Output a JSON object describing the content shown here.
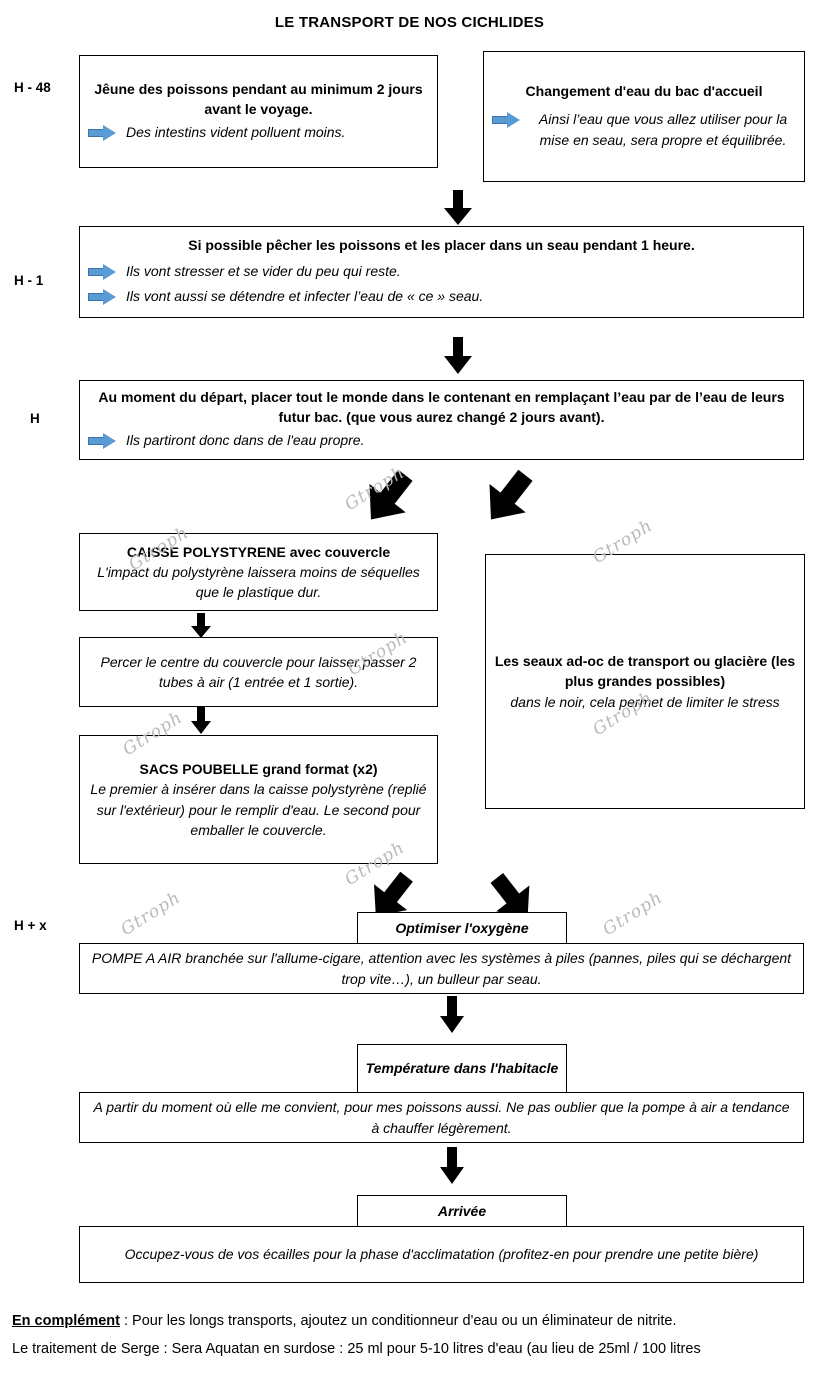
{
  "title": "LE TRANSPORT DE NOS CICHLIDES",
  "rail_labels": [
    {
      "id": "h-48",
      "text": "H - 48"
    },
    {
      "id": "h-1",
      "text": "H - 1"
    },
    {
      "id": "h",
      "text": "H"
    },
    {
      "id": "h-x",
      "text": "H + x"
    }
  ],
  "watermark": {
    "text": "Gtroph",
    "color": "#BDB8B8"
  },
  "accent": {
    "blue_arrow": "#5B9BD5",
    "blue_arrow_border": "#3E73A8",
    "black_arrow": "#000000"
  },
  "boxes": {
    "fasting": {
      "heading": "Jêune des poissons pendant au minimum 2 jours avant le voyage.",
      "bullets": [
        "Des intestins vident polluent moins."
      ]
    },
    "water_change": {
      "heading": "Changement d'eau du bac d'accueil",
      "bullets": [
        "Ainsi l’eau que vous allez utiliser pour la mise en seau, sera propre et équilibrée."
      ]
    },
    "bucket_hour": {
      "heading": "Si possible pêcher les poissons et les placer dans un seau pendant 1 heure.",
      "bullets": [
        "Ils vont stresser et se vider du peu qui reste.",
        "Ils vont aussi se détendre et infecter l’eau de « ce » seau."
      ]
    },
    "departure": {
      "heading": "Au moment du départ, placer tout le monde dans le contenant  en remplaçant l’eau par de l’eau de leurs futur bac. (que vous aurez changé 2 jours avant).",
      "bullets": [
        "Ils partiront donc dans de l'eau propre."
      ]
    },
    "polystyrene": {
      "heading": "CAISSE POLYSTYRENE avec couvercle",
      "body": "L'impact du polystyrène laissera moins de séquelles que le plastique dur."
    },
    "drill_lid": {
      "body": "Percer le centre du couvercle pour laisser passer 2 tubes à air (1 entrée et 1 sortie)."
    },
    "bin_bags": {
      "heading": "SACS POUBELLE grand format (x2)",
      "body": "Le premier à insérer dans la caisse polystyrène (replié sur l'extérieur) pour le remplir d'eau. Le second pour emballer le couvercle."
    },
    "buckets": {
      "heading": "Les seaux ad-oc de transport ou glacière (les plus grandes possibles)",
      "body": "dans le noir, cela permet de limiter le stress"
    },
    "oxygen": {
      "heading": "Optimiser l'oxygène",
      "body": "POMPE A AIR branchée sur l'allume-cigare, attention avec les systèmes à piles (pannes, piles qui se déchargent trop vite…), un bulleur par seau."
    },
    "temperature": {
      "heading": "Température dans l'habitacle",
      "body": "A partir du moment où elle me convient, pour mes poissons aussi. Ne pas oublier que la pompe à air a tendance à chauffer légèrement."
    },
    "arrival": {
      "heading": "Arrivée",
      "body": "Occupez-vous de vos écailles pour la phase d'acclimatation (profitez-en pour prendre une petite bière)"
    }
  },
  "footer": {
    "lead": "En complément",
    "line1_rest": " : Pour les longs transports, ajoutez un conditionneur d'eau ou un éliminateur de nitrite.",
    "line2": "Le traitement de Serge : Sera Aquatan en surdose : 25 ml pour 5-10 litres d'eau (au lieu de 25ml / 100 litres"
  }
}
